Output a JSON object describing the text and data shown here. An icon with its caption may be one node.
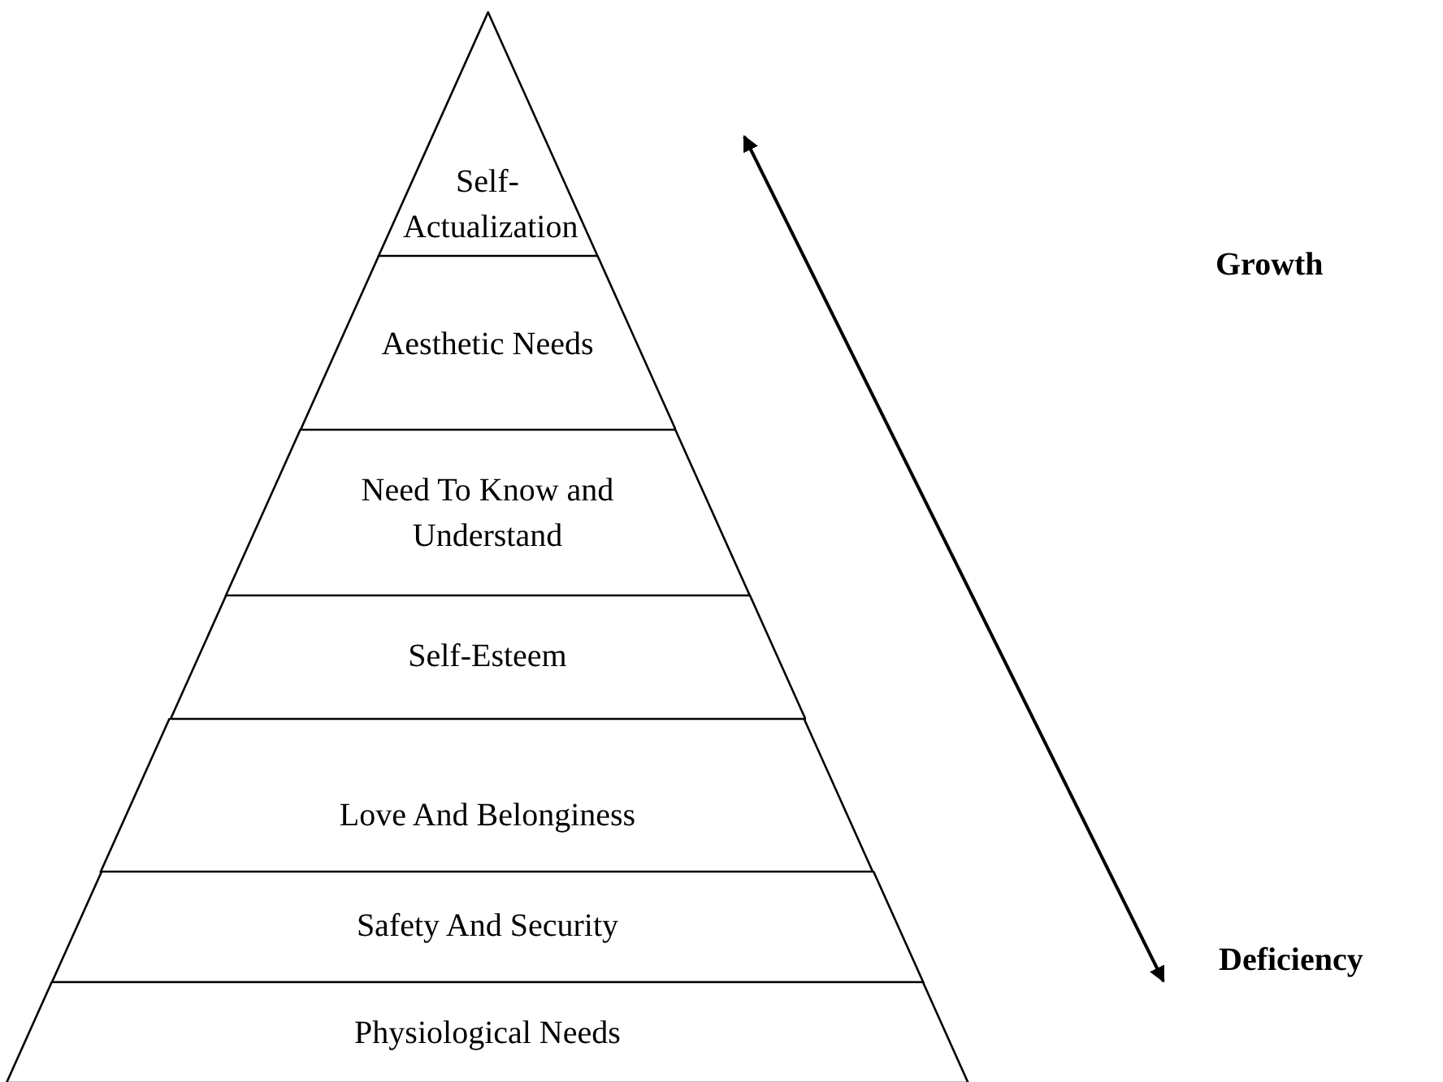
{
  "diagram": {
    "nodes": [
      {
        "text": [
          "Self-Actualization"
        ]
      },
      {
        "text": [
          "Aesthetic Needs"
        ]
      },
      {
        "text": [
          "Need To Know and Understand"
        ]
      },
      {
        "text": [
          "Self-Esteem"
        ]
      },
      {
        "text": [
          "Love And Belonginess"
        ]
      },
      {
        "text": [
          "Safety And Security"
        ]
      },
      {
        "text": [
          "Physiological Needs"
        ]
      }
    ],
    "edges": [],
    "labels": [
      "Growth",
      "Deficiency"
    ]
  }
}
